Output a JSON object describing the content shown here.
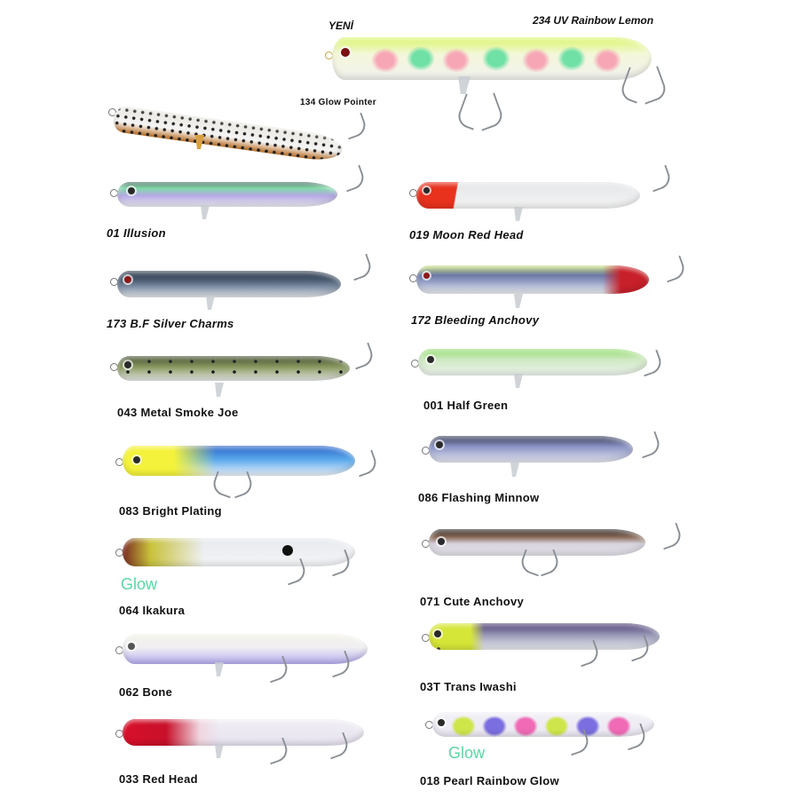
{
  "catalog": {
    "featured": {
      "badge": "YENİ",
      "name": "234 UV Rainbow Lemon",
      "colors": {
        "base": "#f4f7da",
        "top": "#d9f56a",
        "spot1": "#f7a6b6",
        "spot2": "#6fe0a6",
        "eye": "#7a1010"
      }
    },
    "items": [
      {
        "id": "134",
        "label": "134 Glow Pointer",
        "colors": {
          "base": "#f2f2f2",
          "top": "#e9e7df",
          "belly": "#c9792a",
          "accent": "#222222"
        }
      },
      {
        "id": "01",
        "label": "01 Illusion",
        "colors": {
          "top": "#7fd9a8",
          "mid": "#b7a9e6",
          "belly": "#eef0f4"
        }
      },
      {
        "id": "019",
        "label": "019 Moon Red Head",
        "colors": {
          "head": "#e8321e",
          "base": "#e4e6e8",
          "belly": "#f4f4f4"
        }
      },
      {
        "id": "173",
        "label": "173 B.F Silver Charms",
        "colors": {
          "top": "#2c3a4a",
          "mid": "#7d8ea4",
          "belly": "#e8eaee"
        }
      },
      {
        "id": "172",
        "label": "172 Bleeding Anchovy",
        "colors": {
          "top": "#c9e27a",
          "mid": "#6c78a6",
          "head": "#c8202a",
          "belly": "#eef0f3"
        }
      },
      {
        "id": "043",
        "label": "043 Metal Smoke Joe",
        "colors": {
          "top": "#3f4c2c",
          "mid": "#8b9a62",
          "belly": "#e9eaea"
        }
      },
      {
        "id": "001",
        "label": "001 Half Green",
        "colors": {
          "top": "#8fdc6a",
          "mid": "#cfe9c2",
          "belly": "#eef3ee"
        }
      },
      {
        "id": "083",
        "label": "083 Bright Plating",
        "colors": {
          "head": "#f4f23a",
          "top": "#2a62c6",
          "mid": "#58a8ec",
          "belly": "#eef4fb"
        }
      },
      {
        "id": "086",
        "label": "086 Flashing Minnow",
        "colors": {
          "top": "#2f3550",
          "mid": "#8a93c4",
          "belly": "#e6e8f2"
        }
      },
      {
        "id": "064",
        "label": "064 Ikakura",
        "glow": "Glow",
        "colors": {
          "head": "#7a2a22",
          "mid": "#c8c23a",
          "base": "#e6e9ee",
          "belly": "#f4f5f7"
        }
      },
      {
        "id": "071",
        "label": "071 Cute Anchovy",
        "colors": {
          "top": "#1e1a18",
          "mid": "#8a6a58",
          "belly": "#e4e2ea"
        }
      },
      {
        "id": "062",
        "label": "062 Bone",
        "colors": {
          "top": "#f3f2e8",
          "belly": "#b6aef0"
        }
      },
      {
        "id": "03T",
        "label": "03T Trans Iwashi",
        "colors": {
          "head": "#d6e638",
          "top": "#4a3a70",
          "mid": "#9a9ab8",
          "belly": "#eceef2"
        }
      },
      {
        "id": "033",
        "label": "033 Red Head",
        "colors": {
          "head": "#d8102a",
          "base": "#f0eef4",
          "belly": "#e6e2f0"
        }
      },
      {
        "id": "018",
        "label": "018 Pearl Rainbow Glow",
        "glow": "Glow",
        "colors": {
          "base": "#f2f0f6",
          "spot1": "#cfe64a",
          "spot2": "#7a6ee0",
          "spot3": "#f06ab6"
        }
      }
    ]
  }
}
